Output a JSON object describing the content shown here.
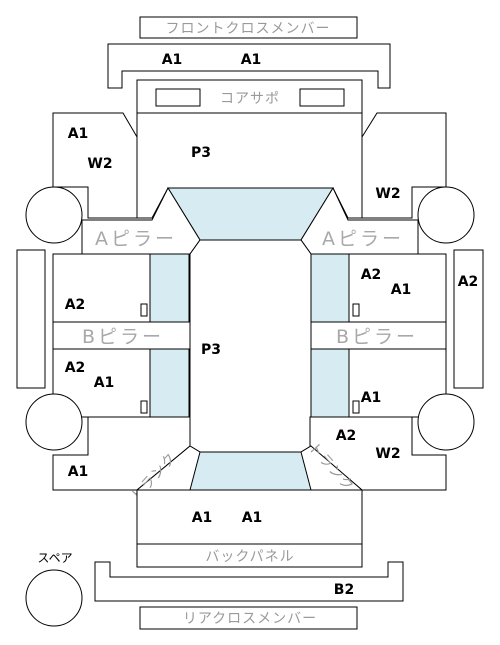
{
  "diagram": {
    "labels": {
      "front_cross_member": "フロントクロスメンバー",
      "core_support": "コアサポ",
      "a_pillar_left": "Aピラー",
      "a_pillar_right": "Aピラー",
      "b_pillar_left": "Bピラー",
      "b_pillar_right": "Bピラー",
      "back_panel": "バックパネル",
      "rear_cross_member": "リアクロスメンバー",
      "spare": "スペア",
      "trunk_left": "トランク",
      "trunk_right": "トランク"
    },
    "codes": {
      "front_cross_1": "A1",
      "front_cross_2": "A1",
      "hood": "P3",
      "fl_fender_top": "A1",
      "fl_fender_bottom": "W2",
      "fr_fender": "W2",
      "left_sill": "",
      "right_sill": "A2",
      "fl_door": "A2",
      "fr_door_1": "A2",
      "fr_door_2": "A1",
      "roof": "P3",
      "rl_door_1": "A2",
      "rl_door_2": "A1",
      "rr_door": "A1",
      "rl_quarter": "A1",
      "rr_quarter_1": "A2",
      "rr_quarter_2": "W2",
      "trunk_1": "A1",
      "trunk_2": "A1",
      "rear_bumper": "B2"
    }
  },
  "colors": {
    "stroke": "#000000",
    "glass": "#d6ecf2",
    "panel": "#ffffff",
    "label_gray": "#9a9a9a",
    "pillar_gray": "#a8a8a8"
  }
}
